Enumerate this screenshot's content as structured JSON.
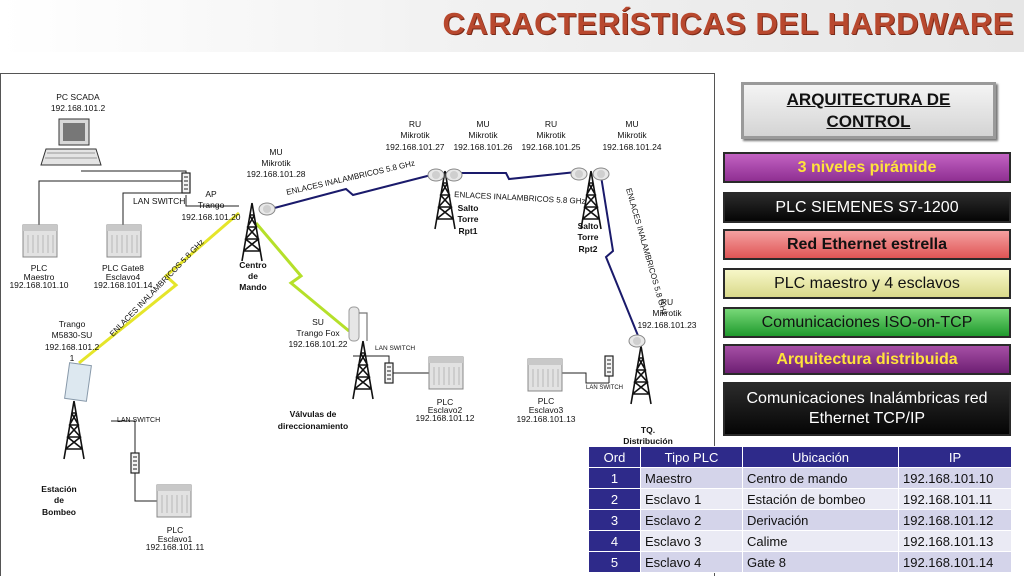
{
  "page_title": "CARACTERÍSTICAS DEL HARDWARE",
  "architecture_title": "ARQUITECTURA DE CONTROL",
  "features": [
    "3 niveles pirámide",
    "PLC SIEMENES S7-1200",
    "Red Ethernet estrella",
    "PLC maestro y 4 esclavos",
    "Comunicaciones ISO-on-TCP",
    "Arquitectura distribuida",
    "Comunicaciones Inalámbricas red Ethernet TCP/IP"
  ],
  "plc_table": {
    "headers": [
      "Ord",
      "Tipo PLC",
      "Ubicación",
      "IP"
    ],
    "rows": [
      [
        "1",
        "Maestro",
        "Centro de mando",
        "192.168.101.10"
      ],
      [
        "2",
        "Esclavo 1",
        "Estación de bombeo",
        "192.168.101.11"
      ],
      [
        "3",
        "Esclavo 2",
        "Derivación",
        "192.168.101.12"
      ],
      [
        "4",
        "Esclavo 3",
        "Calime",
        "192.168.101.13"
      ],
      [
        "5",
        "Esclavo 4",
        "Gate 8",
        "192.168.101.14"
      ]
    ]
  },
  "diagram": {
    "pc_scada": [
      "PC SCADA",
      "192.168.101.2"
    ],
    "lan_switch": "LAN SWITCH",
    "plc_maestro": [
      "PLC",
      "Maestro",
      "192.168.101.10"
    ],
    "plc_gate8": [
      "PLC Gate8",
      "Esclavo4",
      "192.168.101.14"
    ],
    "ap_trango": [
      "AP",
      "Trango",
      "192.168.101.20"
    ],
    "mu_center": [
      "MU",
      "Mikrotik",
      "192.168.101.28"
    ],
    "centro_mando": [
      "Centro",
      "de",
      "Mando"
    ],
    "ru_1": [
      "RU",
      "Mikrotik",
      "192.168.101.27"
    ],
    "mu_2": [
      "MU",
      "Mikrotik",
      "192.168.101.26"
    ],
    "ru_2": [
      "RU",
      "Mikrotik",
      "192.168.101.25"
    ],
    "mu_3": [
      "MU",
      "Mikrotik",
      "192.168.101.24"
    ],
    "salto_rpt1": [
      "Salto",
      "Torre",
      "Rpt1"
    ],
    "salto_rpt2": [
      "Salto",
      "Torre",
      "Rpt2"
    ],
    "ru_right": [
      "RU",
      "Mikrotik",
      "192.168.101.23"
    ],
    "trango_su": [
      "Trango",
      "M5830-SU",
      "192.168.101.2",
      "1"
    ],
    "su_trango_fox": [
      "SU",
      "Trango Fox",
      "192.168.101.22"
    ],
    "valvulas": [
      "Válvulas de",
      "direccionamiento"
    ],
    "plc_esclavo2": [
      "PLC",
      "Esclavo2",
      "192.168.101.12"
    ],
    "plc_esclavo3": [
      "PLC",
      "Esclavo3",
      "192.168.101.13"
    ],
    "td_distribucion": [
      "TQ.",
      "Distribución"
    ],
    "estacion_bombeo": [
      "Estación",
      "de",
      "Bombeo"
    ],
    "plc_esclavo1": [
      "PLC",
      "Esclavo1",
      "192.168.101.11"
    ],
    "link_1": "ENLACES INALAMBRICOS 5.8 GHz",
    "link_2": "ENLACES INALAMBRICOS 5.8 GHz",
    "link_3": "ENLACES INALAMBRICOS 5.8 GHz",
    "link_4": "ENLACES INALAMBRICOS 5.8 GHz"
  }
}
